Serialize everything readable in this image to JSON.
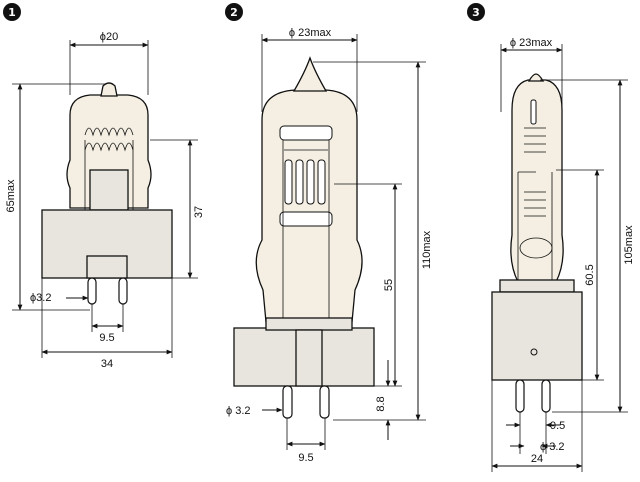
{
  "figures": [
    {
      "number": "1",
      "dimensions": {
        "diameter": "ϕ20",
        "overall_height": "65max",
        "height": "37",
        "pin_diameter": "ϕ3.2",
        "pin_spacing": "9.5",
        "base_width": "34"
      }
    },
    {
      "number": "2",
      "dimensions": {
        "diameter": "ϕ 23max",
        "overall_height": "110max",
        "height": "55",
        "base_height": "8.8",
        "pin_diameter": "ϕ 3.2",
        "pin_spacing": "9.5"
      }
    },
    {
      "number": "3",
      "dimensions": {
        "diameter": "ϕ 23max",
        "overall_height": "105max",
        "height": "60.5",
        "pin_spacing": "9.5",
        "pin_diameter": "ϕ 3.2",
        "base_width": "24"
      }
    }
  ]
}
